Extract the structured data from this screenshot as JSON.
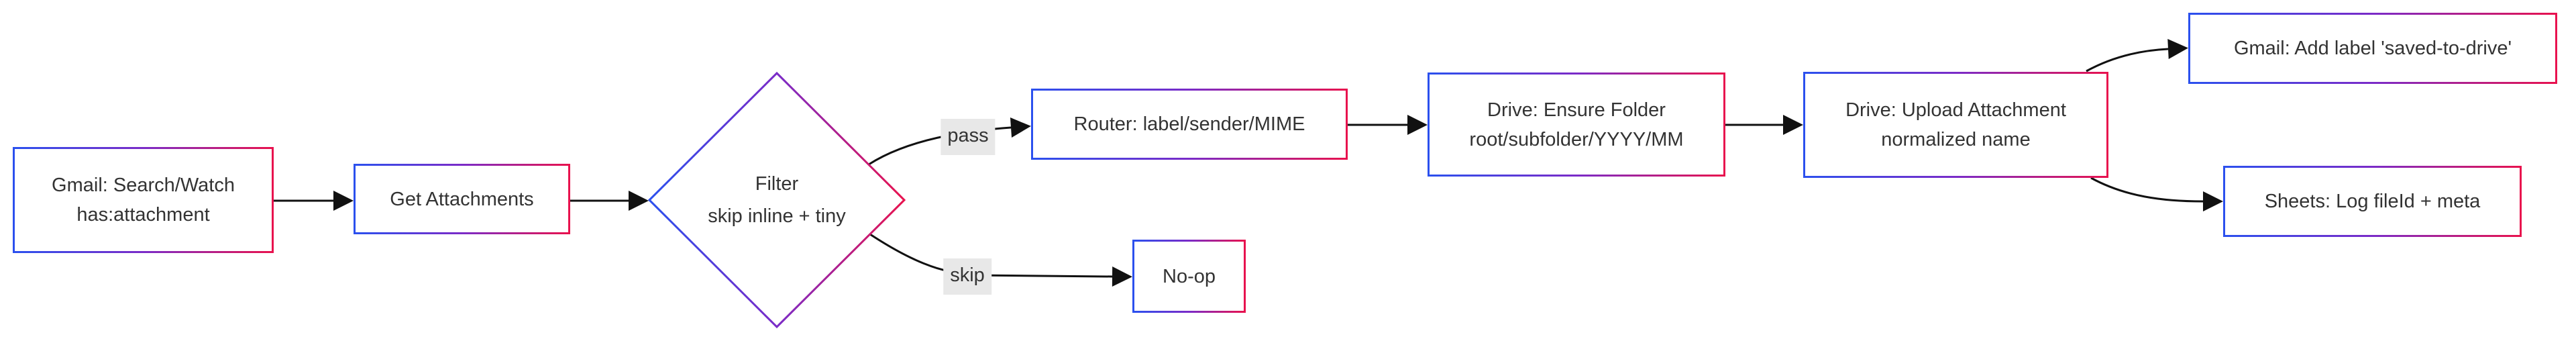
{
  "diagram": {
    "type": "flowchart",
    "direction": "left-to-right",
    "colors": {
      "accent_blue": "#2b50ee",
      "accent_purple": "#7a2bc8",
      "accent_red": "#e8124e",
      "edge": "#111111",
      "text": "#333333",
      "label_bg": "#e8e8e8",
      "background": "#ffffff"
    },
    "nodes": [
      {
        "id": "gmail-search",
        "shape": "rect",
        "lines": [
          "Gmail: Search/Watch",
          "has:attachment"
        ]
      },
      {
        "id": "get-attachments",
        "shape": "rect",
        "lines": [
          "Get Attachments"
        ]
      },
      {
        "id": "filter",
        "shape": "diamond",
        "lines": [
          "Filter",
          "skip inline + tiny"
        ]
      },
      {
        "id": "router",
        "shape": "rect",
        "lines": [
          "Router: label/sender/MIME"
        ]
      },
      {
        "id": "drive-ensure-folder",
        "shape": "rect",
        "lines": [
          "Drive: Ensure Folder",
          "root/subfolder/YYYY/MM"
        ]
      },
      {
        "id": "drive-upload",
        "shape": "rect",
        "lines": [
          "Drive: Upload Attachment",
          "normalized name"
        ]
      },
      {
        "id": "gmail-add-label",
        "shape": "rect",
        "lines": [
          "Gmail: Add label 'saved-to-drive'"
        ]
      },
      {
        "id": "sheets-log",
        "shape": "rect",
        "lines": [
          "Sheets: Log fileId + meta"
        ]
      },
      {
        "id": "noop",
        "shape": "rect",
        "lines": [
          "No-op"
        ]
      }
    ],
    "edges": [
      {
        "from": "gmail-search",
        "to": "get-attachments",
        "label": ""
      },
      {
        "from": "get-attachments",
        "to": "filter",
        "label": ""
      },
      {
        "from": "filter",
        "to": "router",
        "label": "pass"
      },
      {
        "from": "filter",
        "to": "noop",
        "label": "skip"
      },
      {
        "from": "router",
        "to": "drive-ensure-folder",
        "label": ""
      },
      {
        "from": "drive-ensure-folder",
        "to": "drive-upload",
        "label": ""
      },
      {
        "from": "drive-upload",
        "to": "gmail-add-label",
        "label": ""
      },
      {
        "from": "drive-upload",
        "to": "sheets-log",
        "label": ""
      }
    ]
  }
}
